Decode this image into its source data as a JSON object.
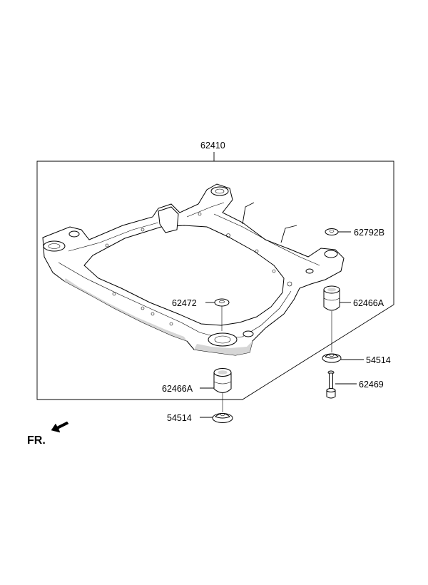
{
  "labels": {
    "assembly": "62410",
    "bracket_top_right": "62792B",
    "washer_center": "62472",
    "bushing_right": "62466A",
    "stopper_right": "54514",
    "bolt": "62469",
    "bushing_left": "62466A",
    "stopper_left": "54514"
  },
  "direction": {
    "text": "FR."
  },
  "icons": {
    "front_arrow": "front-direction-arrow-icon"
  }
}
